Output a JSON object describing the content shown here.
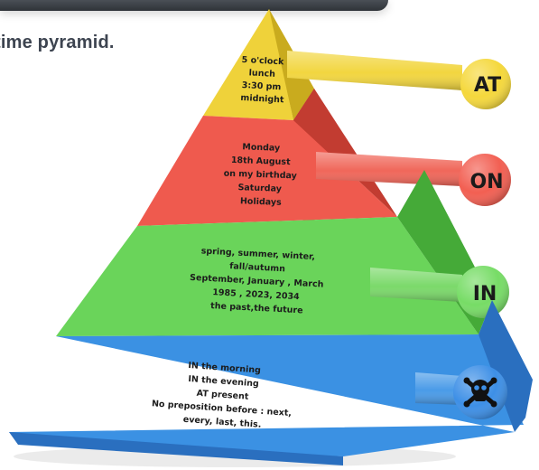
{
  "caption": "time pyramid.",
  "levels": [
    {
      "badge": "AT",
      "colors": {
        "front": "#efd23a",
        "side": "#c9ab1e",
        "rod": "#f2d640",
        "knob": "#f5d83c"
      },
      "lines": [
        "5 o'clock",
        "lunch",
        "3:30 pm",
        "midnight"
      ]
    },
    {
      "badge": "ON",
      "colors": {
        "front": "#ef5a4e",
        "side": "#c23c31",
        "rod": "#f0675a",
        "knob": "#f25f52"
      },
      "lines": [
        "Monday",
        "18th August",
        "on my birthday",
        "Saturday",
        "Holidays"
      ]
    },
    {
      "badge": "IN",
      "colors": {
        "front": "#6ad45a",
        "side": "#45aa38",
        "rod": "#7bd96a",
        "knob": "#77dc66"
      },
      "lines": [
        "spring, summer, winter,",
        "fall/autumn",
        "September, January , March",
        "1985 , 2023, 2034",
        "the past,the future"
      ]
    },
    {
      "badge_icon": "skull-crossbones-icon",
      "colors": {
        "front": "#3b91e3",
        "side": "#2a6fbf",
        "rod": "#4a9be8",
        "knob": "#3d8fe6"
      },
      "lines": [
        "IN the morning",
        "IN the evening",
        "AT present",
        "No preposition before : next,",
        "every, last, this."
      ]
    }
  ]
}
